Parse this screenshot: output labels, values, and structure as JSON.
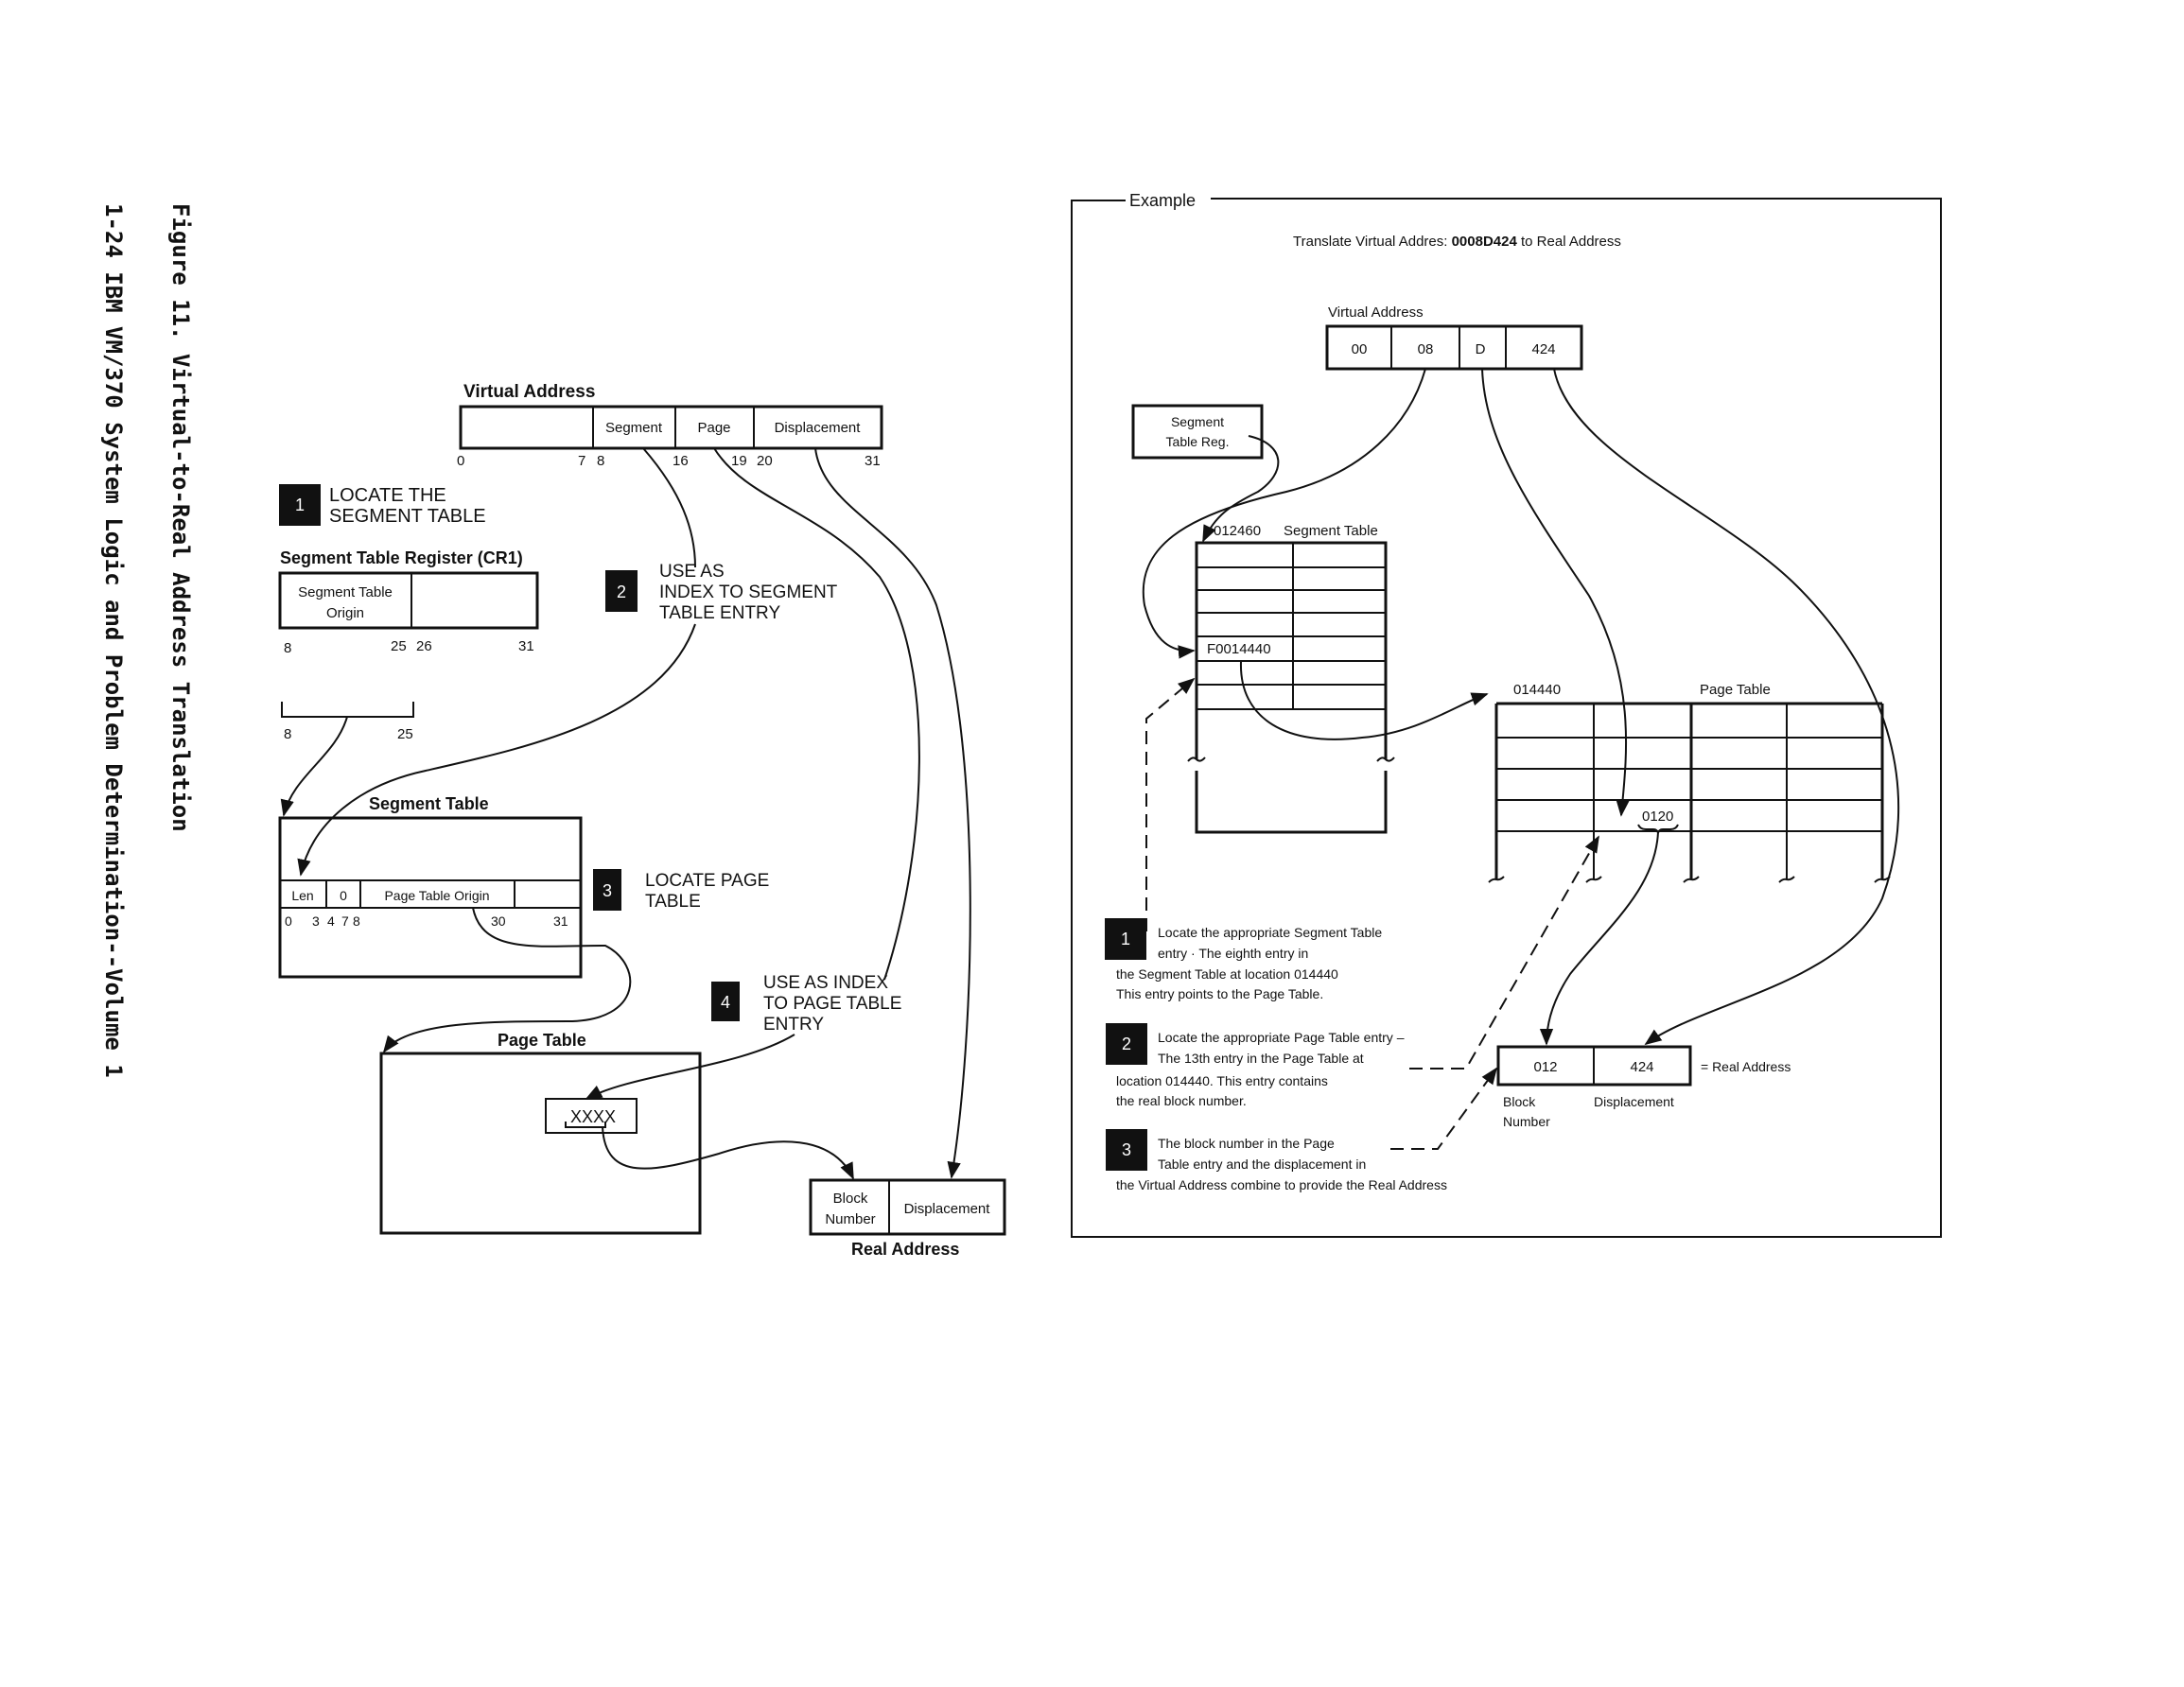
{
  "page": {
    "side_caption": "Figure 11. Virtual-to-Real Address Translation",
    "side_footer": "1-24 IBM VM/370 System Logic and Problem Determination--Volume 1"
  },
  "left": {
    "virtual_address": {
      "title": "Virtual Address",
      "fields": [
        "",
        "Segment",
        "Page",
        "Displacement"
      ],
      "bits": [
        "0",
        "7",
        "8",
        "16",
        "19",
        "20",
        "31"
      ]
    },
    "step1": {
      "num": "1",
      "lines": [
        "LOCATE THE",
        "SEGMENT TABLE"
      ]
    },
    "str_register": {
      "title": "Segment Table Register (CR1)",
      "field_lines": [
        "Segment Table",
        "Origin"
      ],
      "bits": [
        "8",
        "25",
        "26",
        "31"
      ],
      "bracket_bits": [
        "8",
        "25"
      ]
    },
    "step2": {
      "num": "2",
      "lines": [
        "USE AS",
        "INDEX TO SEGMENT",
        "TABLE ENTRY"
      ]
    },
    "segment_table": {
      "title": "Segment Table",
      "fields": [
        "Len",
        "0",
        "Page Table Origin",
        ""
      ],
      "bits": [
        "0",
        "3",
        "4",
        "7",
        "8",
        "30",
        "31"
      ]
    },
    "step3": {
      "num": "3",
      "lines": [
        "LOCATE PAGE",
        "TABLE"
      ]
    },
    "step4": {
      "num": "4",
      "lines": [
        "USE AS INDEX",
        "TO PAGE TABLE",
        "ENTRY"
      ]
    },
    "page_table": {
      "title": "Page Table",
      "entry": "XXXX"
    },
    "real_address": {
      "title": "Real Address",
      "block_lines": [
        "Block",
        "Number"
      ],
      "displacement": "Displacement"
    }
  },
  "example": {
    "legend": "Example",
    "heading_prefix": "Translate Virtual Addres:",
    "heading_value": "0008D424",
    "heading_suffix": "to Real Address",
    "virtual_address": {
      "title": "Virtual Address",
      "fields": [
        "00",
        "08",
        "D",
        "424"
      ]
    },
    "str_box_lines": [
      "Segment",
      "Table Reg."
    ],
    "segment_table": {
      "address": "012460",
      "title": "Segment Table",
      "entry": "F0014440"
    },
    "page_table": {
      "address": "014440",
      "title": "Page Table",
      "entry": "0120"
    },
    "real_address": {
      "fields": [
        "012",
        "424"
      ],
      "equals_label": "= Real Address",
      "block_lines": [
        "Block",
        "Number"
      ],
      "displacement": "Displacement"
    },
    "notes": [
      {
        "num": "1",
        "lines": [
          "Locate the appropriate Segment Table",
          "entry  ·  The eighth entry in",
          "the Segment Table at location 014440",
          "This entry points to the Page Table."
        ]
      },
      {
        "num": "2",
        "lines": [
          "Locate the appropriate Page Table entry –",
          "The 13th entry in the Page Table at",
          "location 014440. This entry contains",
          "the real block number."
        ]
      },
      {
        "num": "3",
        "lines": [
          "The block number in the Page",
          "Table entry and the displacement in",
          "the Virtual Address combine to provide the Real Address"
        ]
      }
    ]
  }
}
